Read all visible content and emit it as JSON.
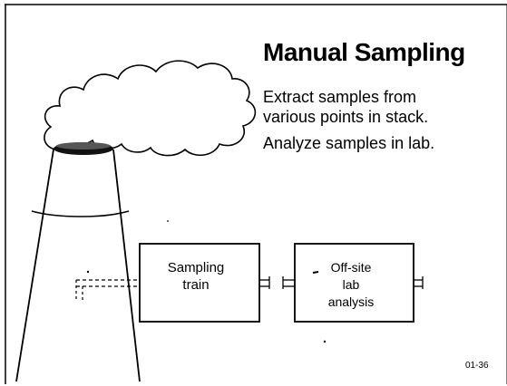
{
  "slide": {
    "title": "Manual Sampling",
    "bullets": [
      "Extract samples from\nvarious points in stack.",
      "Analyze samples in lab."
    ],
    "figure_id": "01-36"
  },
  "diagram": {
    "sampling_train_label": [
      "Sampling",
      "train"
    ],
    "offsite_label": [
      "Off-site",
      "lab",
      "analysis"
    ]
  }
}
